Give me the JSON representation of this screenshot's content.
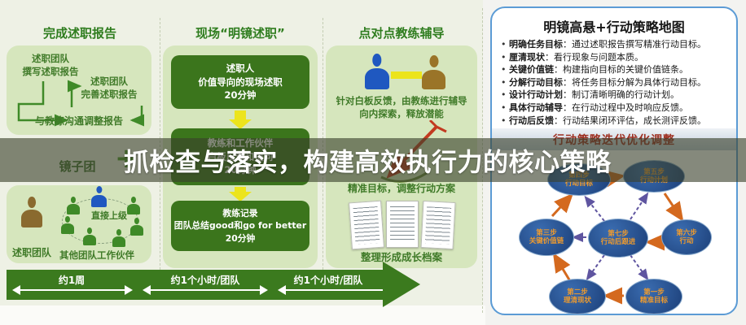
{
  "banner": {
    "title": "抓检查与落实，构建高效执行力的核心策略"
  },
  "col1": {
    "title": "完成述职报告",
    "step1": "述职团队\n撰写述职报告",
    "step2": "述职团队\n完善述职报告",
    "step3": "与教练沟通调整报告",
    "mirror_label": "镜子团",
    "plus_sign": "+",
    "reporter_label": "述职团队",
    "superior_label": "直接上级",
    "partners_label": "其他团队工作伙伴"
  },
  "col2": {
    "title": "现场“明镜述职”",
    "box1": "述职人\n价值导向的现场述职\n20分钟",
    "box2": "教练和工作伙伴\n白板反馈和提问\n20分钟",
    "box3": "教练记录\n团队总结good和go for better\n20分钟"
  },
  "col3": {
    "title": "点对点教练辅导",
    "guidance_text": "针对白板反馈，由教练进行辅导\n向内探索，释放潜能",
    "goal_text": "精准目标，调整行动方案",
    "archive_label": "整理形成成长档案"
  },
  "timeline": {
    "seg1": "约1周",
    "seg2": "约1个小时/团队",
    "seg3": "约1个小时/团队"
  },
  "right_panel": {
    "title": "明镜高悬+行动策略地图",
    "bullets": [
      {
        "term": "明确任务目标",
        "desc": "：通过述职报告撰写精准行动目标。"
      },
      {
        "term": "厘清现状",
        "desc": "：看行现象与问题本质。"
      },
      {
        "term": "关键价值链",
        "desc": "：构建指向目标的关键价值链条。"
      },
      {
        "term": "分解行动目标",
        "desc": "：将任务目标分解为具体行动目标。"
      },
      {
        "term": "设计行动计划",
        "desc": "：制订清晰明确的行动计划。"
      },
      {
        "term": "具体行动辅导",
        "desc": "：在行动过程中及时响应反馈。"
      },
      {
        "term": "行动后反馈",
        "desc": "：行动结果闭环评估，成长测评反馈。"
      }
    ],
    "section2_title": "行动策略迭代优化调整",
    "nodes": [
      {
        "label": "第四步\n行动目标"
      },
      {
        "label": "第五步\n行动计划"
      },
      {
        "label": "第三步\n关键价值链"
      },
      {
        "label": "第七步\n行动后跟进"
      },
      {
        "label": "第六步\n行动"
      },
      {
        "label": "第二步\n理清现状"
      },
      {
        "label": "第一步\n精准目标"
      }
    ]
  },
  "colors": {
    "dark_green": "#3b751c",
    "light_green_box": "#d6e6bd",
    "title_green": "#2f7d1f",
    "yellow_arrow": "#ece41c",
    "node_blue": "#1c3f78",
    "node_text_orange": "#ef9b2d",
    "arrow_orange": "#d4691e",
    "dashed_purple": "#5f55a0",
    "panel_border_blue": "#5b9bd5",
    "section2_red": "#9e2f20",
    "banner_text": "#ffffff"
  }
}
